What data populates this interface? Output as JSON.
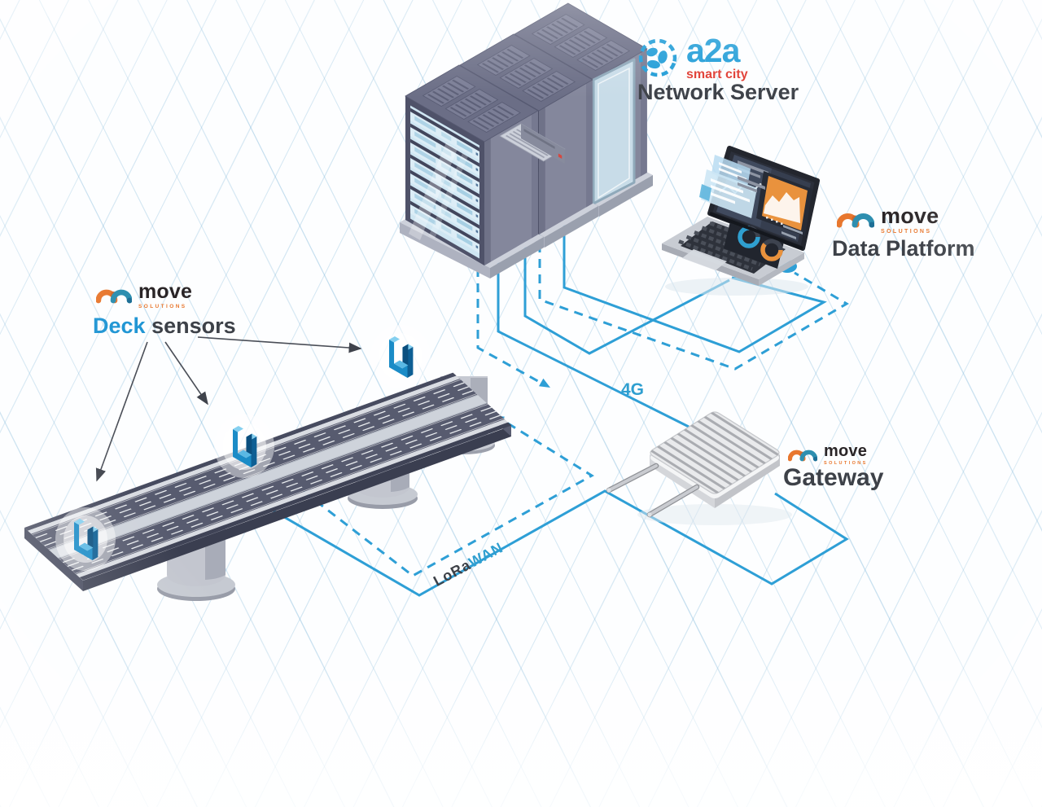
{
  "diagram": {
    "network_server": {
      "brand": "a2a",
      "brand_tagline": "smart city",
      "label": "Network Server"
    },
    "data_platform": {
      "brand": "move",
      "brand_tagline": "SOLUTIONS",
      "label": "Data Platform"
    },
    "deck_sensors": {
      "brand": "move",
      "brand_tagline": "SOLUTIONS",
      "label_highlight": "Deck",
      "label_rest": "sensors",
      "sensor_count": 3
    },
    "gateway": {
      "brand": "move",
      "brand_tagline": "SOLUTIONS",
      "label": "Gateway"
    },
    "links": {
      "cellular_label": "4G",
      "lora_dark": "LoRa",
      "lora_blue": "WAN"
    },
    "colors": {
      "line_blue": "#2E9FD6",
      "brand_blue": "#1E9CD7",
      "brand_orange": "#E8772E",
      "brand_red": "#E0392F",
      "label_dark": "#3D4148"
    }
  }
}
